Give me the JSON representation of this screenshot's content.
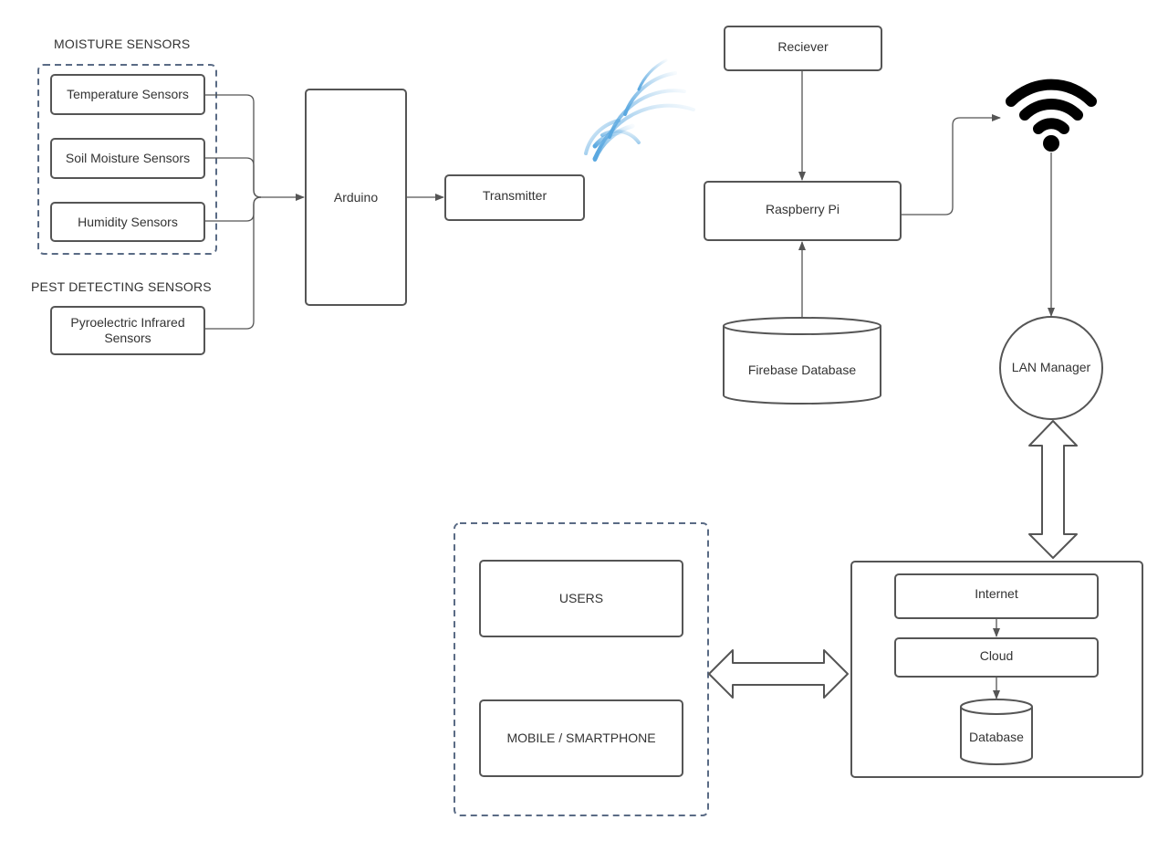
{
  "groups": {
    "moisture": "MOISTURE SENSORS",
    "pest": "PEST DETECTING SENSORS"
  },
  "nodes": {
    "temperature": "Temperature Sensors",
    "soil": "Soil Moisture Sensors",
    "humidity": "Humidity Sensors",
    "pir": "Pyroelectric Infrared Sensors",
    "arduino": "Arduino",
    "transmitter": "Transmitter",
    "receiver": "Reciever",
    "raspberry": "Raspberry Pi",
    "firebase": "Firebase Database",
    "lan": "LAN Manager",
    "internet": "Internet",
    "cloud": "Cloud",
    "database": "Database",
    "users": "USERS",
    "mobile": "MOBILE / SMARTPHONE"
  },
  "colors": {
    "stroke": "#555555",
    "dashed": "#5a6b85",
    "signal": "#5aa8e0",
    "wifi": "#000000"
  }
}
